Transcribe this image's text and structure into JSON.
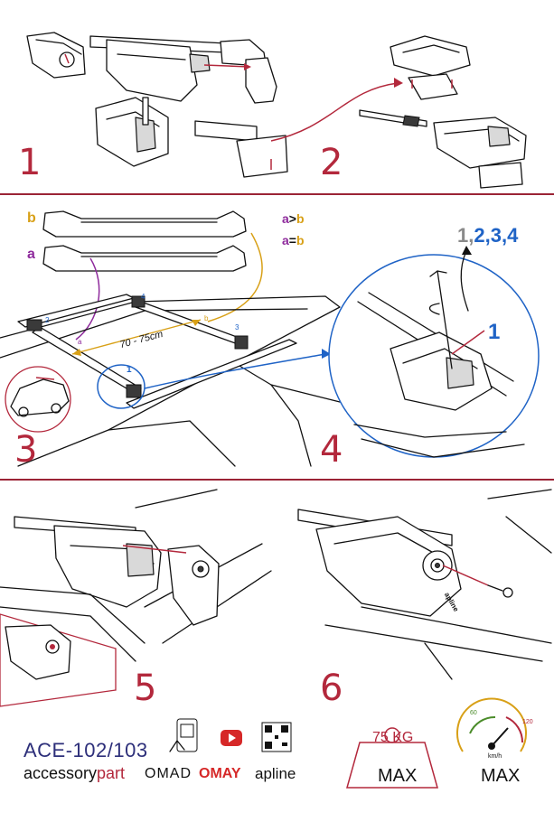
{
  "steps": [
    "1",
    "2",
    "3",
    "4",
    "5",
    "6"
  ],
  "step3": {
    "label_b": "b",
    "label_a": "a",
    "rule_a_gt_b_a": "a",
    "rule_a_gt_b_op": ">",
    "rule_a_gt_b_b": "b",
    "rule_eq_a": "a",
    "rule_eq_op": "=",
    "rule_eq_b": "b",
    "distance": "70 - 75cm",
    "corner_1": "1",
    "corner_2": "2",
    "corner_3": "3",
    "corner_4": "4",
    "mark_a": "a",
    "mark_b": "b"
  },
  "step4": {
    "order_1": "1,",
    "order_2": "2,",
    "order_3": "3,",
    "order_4": "4",
    "callout": "1"
  },
  "footer": {
    "product_code": "ACE-102/103",
    "brand_accessorypart_1": "accessory",
    "brand_accessorypart_2": "part",
    "brand_omad": "OMAD",
    "brand_omay": "OMAY",
    "brand_apline": "apline",
    "weight_value": "75 KG",
    "weight_caption": "MAX",
    "speed_unit": "km/h",
    "speed_tick_60": "60",
    "speed_tick_120": "120",
    "speed_caption": "MAX",
    "stamp_apline": "apline"
  },
  "colors": {
    "accent_red": "#b3283c",
    "label_b": "#d8a017",
    "label_a": "#8e2a9c",
    "number_blue": "#1f63c6",
    "number_gray": "#8a8a8a",
    "code_navy": "#2d2f7a"
  }
}
